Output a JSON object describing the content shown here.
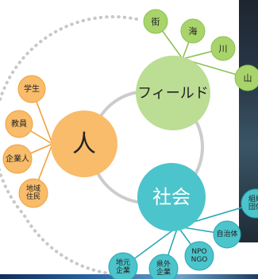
{
  "hubs": {
    "people": {
      "label": "人",
      "color": "#f8bc6a"
    },
    "field": {
      "label": "フィールド",
      "color": "#bcdd94"
    },
    "society": {
      "label": "社会",
      "color": "#4cc4cb"
    }
  },
  "people_nodes": [
    "学生",
    "教員",
    "企業人",
    "地域\n住民"
  ],
  "field_nodes": [
    "街",
    "海",
    "川",
    "山"
  ],
  "society_nodes": [
    "組織\n団体",
    "自治体",
    "NPO\nNGO",
    "県外\n企業",
    "地元\n企業"
  ],
  "colors": {
    "people": "#f8bc6a",
    "people_line": "#f2a03b",
    "field": "#a8d46b",
    "field_line": "#8cc152",
    "society": "#4cc4cb",
    "society_line": "#2aa8b6",
    "ring": "#c8c8c8",
    "dots": "#c8c8c8"
  },
  "icons": {
    "people": "people-hub",
    "field": "field-hub",
    "society": "society-hub"
  }
}
